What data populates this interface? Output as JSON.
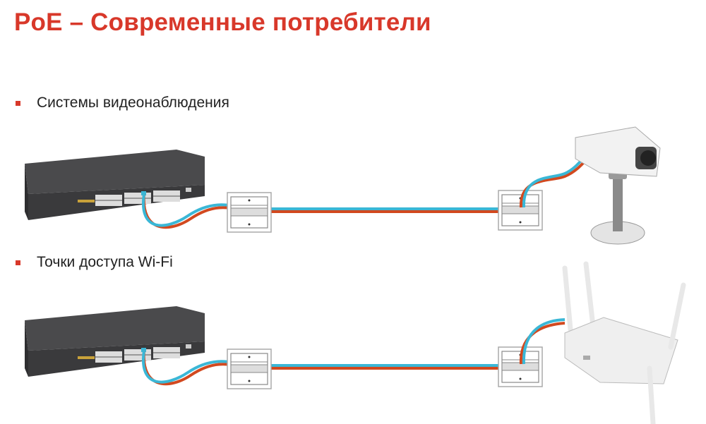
{
  "title": "PoE – Современные потребители",
  "bullets": [
    {
      "label": "Системы видеонаблюдения",
      "device": "ip-camera"
    },
    {
      "label": "Точки доступа Wi-Fi",
      "device": "wifi-router"
    }
  ],
  "colors": {
    "accent": "#d8382a",
    "cable_blue": "#3ab7d6",
    "cable_red": "#d2491f"
  }
}
